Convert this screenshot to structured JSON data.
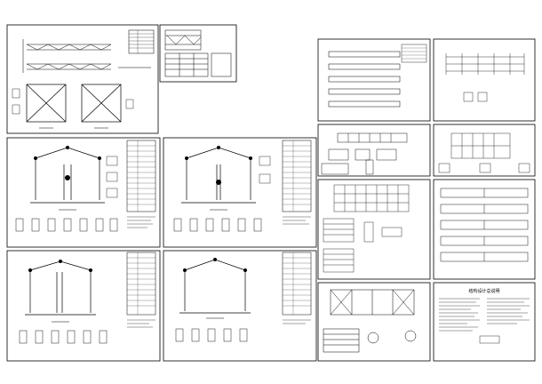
{
  "sheets": [
    {
      "id": "s1",
      "kind": "bracing-plan"
    },
    {
      "id": "s1b",
      "kind": "title-block-detail"
    },
    {
      "id": "s2",
      "kind": "portal-frame-elevation"
    },
    {
      "id": "s3",
      "kind": "portal-frame-elevation"
    },
    {
      "id": "s4",
      "kind": "portal-frame-elevation"
    },
    {
      "id": "s5",
      "kind": "portal-frame-elevation"
    },
    {
      "id": "s6",
      "kind": "purlin-layout"
    },
    {
      "id": "s7",
      "kind": "column-grid-plan"
    },
    {
      "id": "s8",
      "kind": "wall-girt-elevation"
    },
    {
      "id": "s9",
      "kind": "roof-plan"
    },
    {
      "id": "s10",
      "kind": "connection-details"
    },
    {
      "id": "s11",
      "kind": "purlin-layout"
    },
    {
      "id": "s12",
      "kind": "roof-bracing-plan"
    },
    {
      "id": "s13",
      "kind": "general-notes"
    }
  ],
  "general_notes_title": "结构设计总说明",
  "colors": {
    "line": "#000000",
    "paper": "#ffffff"
  }
}
